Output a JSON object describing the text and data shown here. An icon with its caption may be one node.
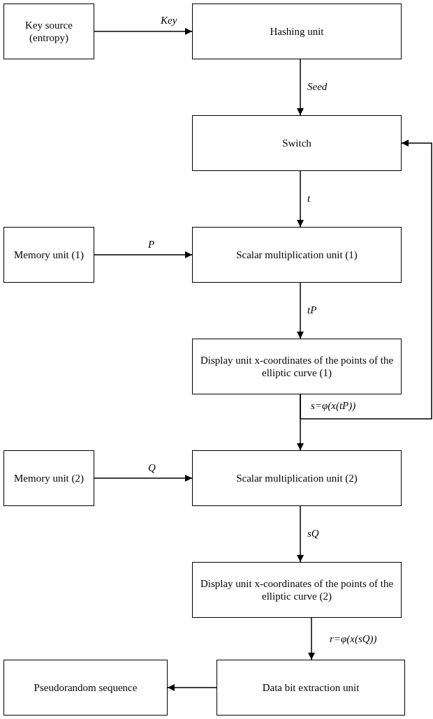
{
  "diagram": {
    "nodes": [
      {
        "text": [
          "Key source (entropy)"
        ]
      },
      {
        "text": [
          "Hashing unit"
        ]
      },
      {
        "text": [
          "Switch"
        ]
      },
      {
        "text": [
          "Memory unit (1)"
        ]
      },
      {
        "text": [
          "Scalar multiplication unit (1)"
        ]
      },
      {
        "text": [
          "Display unit x-coordinates of the points of the elliptic curve (1)"
        ]
      },
      {
        "text": [
          "Memory unit (2)"
        ]
      },
      {
        "text": [
          "Scalar multiplication unit (2)"
        ]
      },
      {
        "text": [
          "Display unit x-coordinates of the points of the elliptic curve (2)"
        ]
      },
      {
        "text": [
          "Pseudorandom sequence"
        ]
      },
      {
        "text": [
          "Data bit extraction unit"
        ]
      }
    ],
    "edges": [
      {
        "from": 0,
        "to": 1,
        "arrow": "to",
        "label": "Key"
      },
      {
        "from": 1,
        "to": 2,
        "arrow": "to",
        "label": "Seed"
      },
      {
        "from": 2,
        "to": 4,
        "arrow": "to",
        "label": "t"
      },
      {
        "from": 3,
        "to": 4,
        "arrow": "to",
        "label": "P"
      },
      {
        "from": 4,
        "to": 5,
        "arrow": "to",
        "label": "tP"
      },
      {
        "from": 5,
        "to": 7,
        "arrow": "to",
        "label": "s=φ(x(tP))"
      },
      {
        "from": 5,
        "to": 2,
        "arrow": "to"
      },
      {
        "from": 6,
        "to": 7,
        "arrow": "to",
        "label": "Q"
      },
      {
        "from": 7,
        "to": 8,
        "arrow": "to",
        "label": "sQ"
      },
      {
        "from": 8,
        "to": 10,
        "arrow": "to",
        "label": "r=φ(x(sQ))"
      },
      {
        "from": 10,
        "to": 9,
        "arrow": "to"
      }
    ]
  }
}
